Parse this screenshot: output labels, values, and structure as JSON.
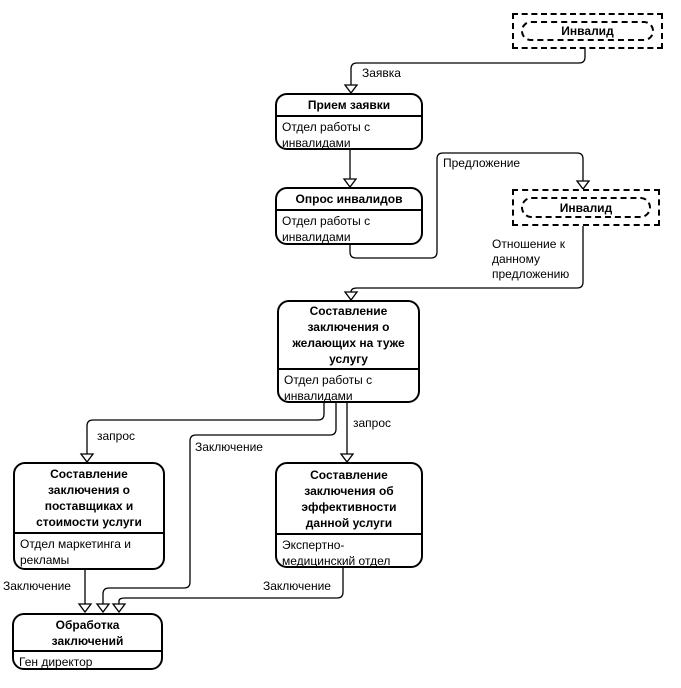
{
  "diagram_type": "process-flow",
  "colors": {
    "line": "#000000",
    "box_border": "#000000",
    "box_fill": "#ffffff",
    "text": "#000000",
    "background": "#ffffff"
  },
  "entities": [
    {
      "label": "Инвалид"
    },
    {
      "label": "Инвалид"
    }
  ],
  "processes": [
    {
      "title": "Прием заявки",
      "dept": "Отдел работы с инвалидами"
    },
    {
      "title": "Опрос инвалидов",
      "dept": "Отдел работы с инвалидами"
    },
    {
      "title": "Составление заключения о желающих на туже услугу",
      "dept": "Отдел работы с инвалидами"
    },
    {
      "title": "Составление заключения о поставщиках и стоимости услуги",
      "dept": "Отдел маркетинга и рекламы"
    },
    {
      "title": "Составление заключения об эффективности данной услуги",
      "dept": "Экспертно-медицинский отдел"
    },
    {
      "title": "Обработка заключений",
      "dept": "Ген директор"
    }
  ],
  "edges": [
    {
      "from": "Инвалид (верхний)",
      "to": "Прием заявки",
      "label": "Заявка"
    },
    {
      "from": "Прием заявки",
      "to": "Опрос инвалидов",
      "label": ""
    },
    {
      "from": "Опрос инвалидов",
      "to": "Инвалид (второй)",
      "label": "Предложение"
    },
    {
      "from": "Инвалид (второй)",
      "to": "Составление заключения о желающих на туже услугу",
      "label": "Отношение к данному предложению"
    },
    {
      "from": "Составление заключения о желающих на туже услугу",
      "to": "Составление заключения о поставщиках и стоимости услуги",
      "label": "запрос"
    },
    {
      "from": "Составление заключения о желающих на туже услугу",
      "to": "Составление заключения об эффективности данной услуги",
      "label": "запрос"
    },
    {
      "from": "Составление заключения о желающих на туже услугу",
      "to": "Обработка заключений",
      "label": "Заключение"
    },
    {
      "from": "Составление заключения о поставщиках и стоимости услуги",
      "to": "Обработка заключений",
      "label": "Заключение"
    },
    {
      "from": "Составление заключения об эффективности данной услуги",
      "to": "Обработка заключений",
      "label": "Заключение"
    }
  ]
}
